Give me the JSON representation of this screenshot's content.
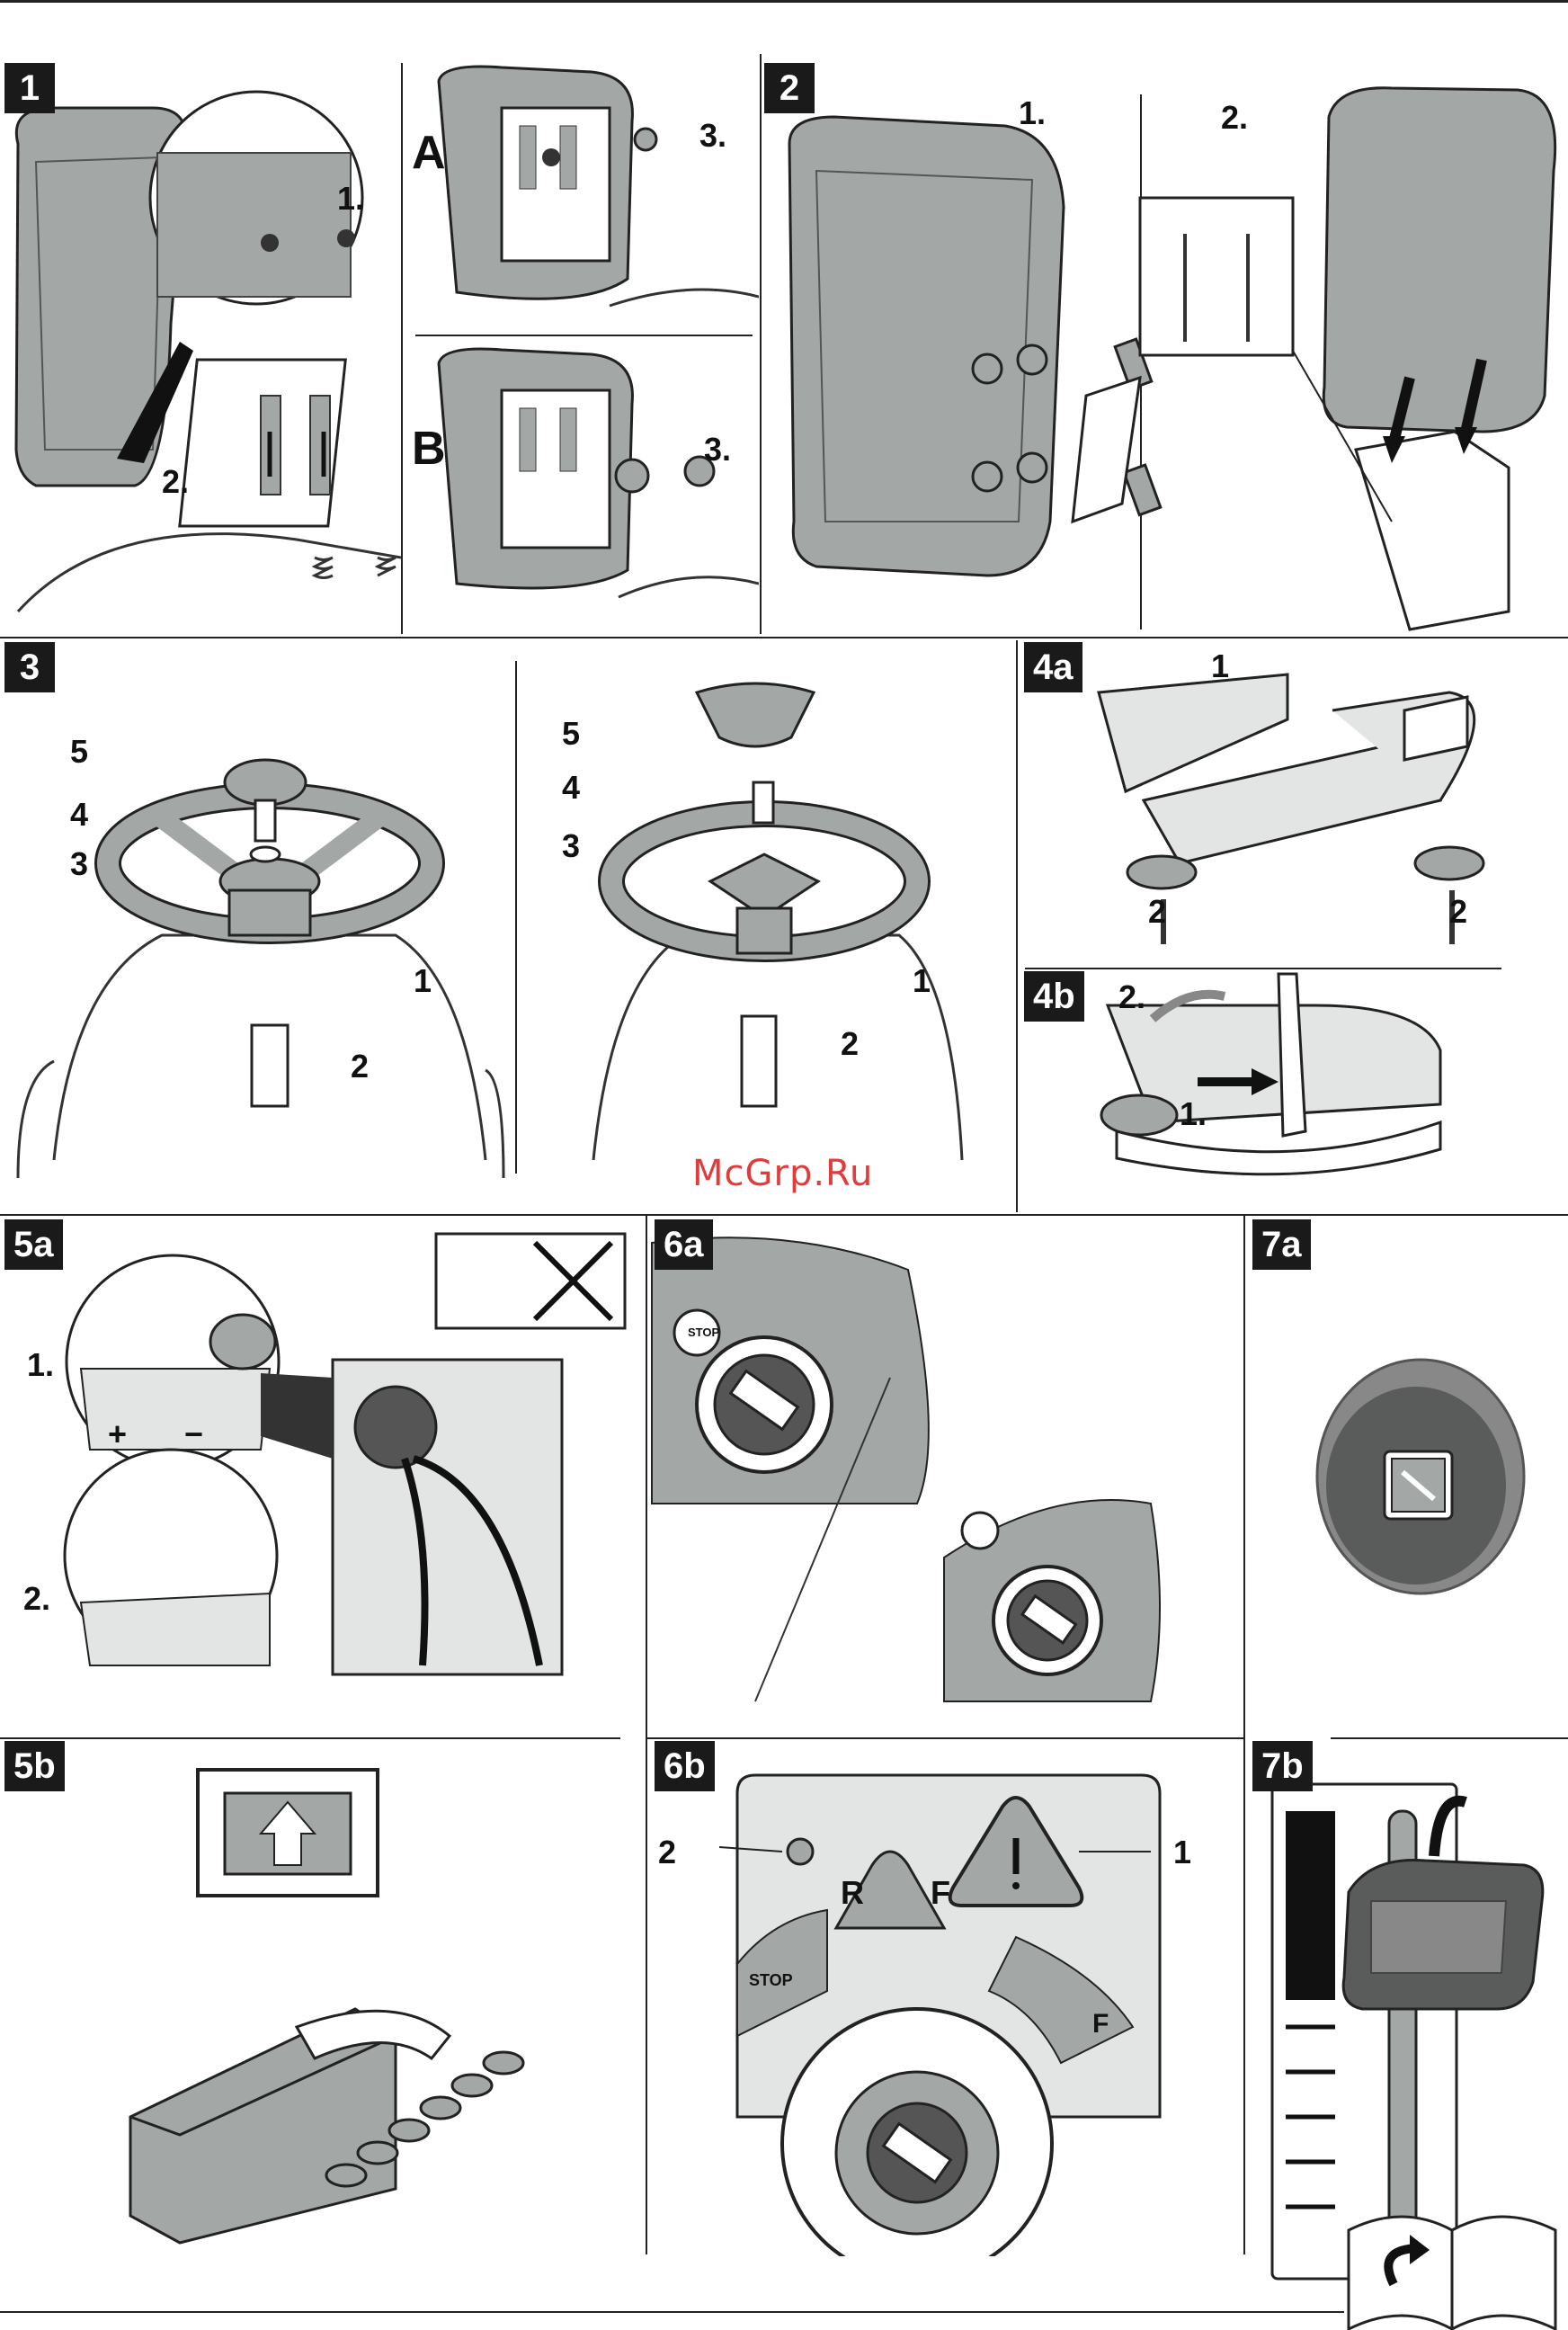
{
  "panels": {
    "p1": {
      "badge": "1",
      "steps": {
        "s1": "1.",
        "s2": "2.",
        "s3a": "3.",
        "s3b": "3."
      },
      "sub": {
        "A": "A",
        "B": "B"
      }
    },
    "p2": {
      "badge": "2",
      "steps": {
        "s1": "1.",
        "s2": "2."
      }
    },
    "p3": {
      "badge": "3",
      "left": [
        "5",
        "4",
        "3",
        "1",
        "2"
      ],
      "right": [
        "5",
        "4",
        "3",
        "1",
        "2"
      ]
    },
    "p4a": {
      "badge": "4a",
      "labels": [
        "1",
        "2",
        "2"
      ]
    },
    "p4b": {
      "badge": "4b",
      "steps": [
        "2.",
        "1."
      ]
    },
    "p5a": {
      "badge": "5a",
      "steps": [
        "1.",
        "2."
      ],
      "signs": {
        "plus": "+",
        "minus": "−"
      }
    },
    "p5b": {
      "badge": "5b"
    },
    "p6a": {
      "badge": "6a",
      "stop": "STOP"
    },
    "p6b": {
      "badge": "6b",
      "labels": [
        "2",
        "1"
      ],
      "gears": "R",
      "fwd": "F",
      "stop": "STOP",
      "fwd2": "F"
    },
    "p7a": {
      "badge": "7a"
    },
    "p7b": {
      "badge": "7b"
    }
  },
  "watermark": "McGrp.Ru",
  "icons": [
    "seat-icon",
    "steering-wheel-icon",
    "battery-icon",
    "ignition-key-icon",
    "warning-triangle-icon",
    "parking-brake-button-icon",
    "speed-lever-icon",
    "manual-book-icon"
  ],
  "colors": {
    "part_gray": "#a3a8a6",
    "dark": "#3d3f3e",
    "light": "#e3e5e4",
    "watermark": "#e23b3b"
  }
}
